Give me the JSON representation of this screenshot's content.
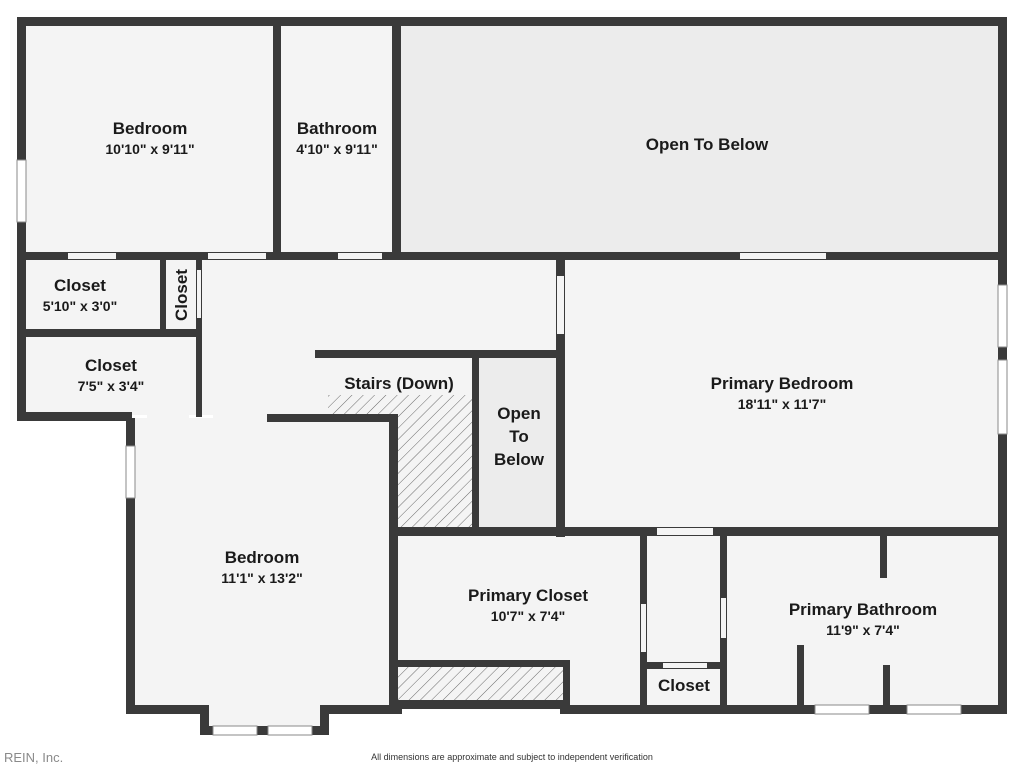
{
  "rooms": {
    "bedroom_top": {
      "name": "Bedroom",
      "dims": "10'10\" x 9'11\""
    },
    "bathroom": {
      "name": "Bathroom",
      "dims": "4'10\" x 9'11\""
    },
    "open_to_below_top": {
      "name": "Open To Below"
    },
    "closet_1": {
      "name": "Closet",
      "dims": "5'10\" x 3'0\""
    },
    "closet_vertical": {
      "name": "Closet"
    },
    "closet_2": {
      "name": "Closet",
      "dims": "7'5\" x 3'4\""
    },
    "stairs": {
      "name": "Stairs (Down)"
    },
    "open_to_below_mid": {
      "line1": "Open",
      "line2": "To",
      "line3": "Below"
    },
    "primary_bedroom": {
      "name": "Primary Bedroom",
      "dims": "18'11\" x 11'7\""
    },
    "bedroom_bottom": {
      "name": "Bedroom",
      "dims": "11'1\" x 13'2\""
    },
    "primary_closet": {
      "name": "Primary Closet",
      "dims": "10'7\" x 7'4\""
    },
    "closet_small": {
      "name": "Closet"
    },
    "primary_bathroom": {
      "name": "Primary Bathroom",
      "dims": "11'9\" x 7'4\""
    }
  },
  "footer": {
    "brand": "REIN, Inc.",
    "disclaimer": "All dimensions are approximate and subject to independent verification"
  },
  "colors": {
    "wall": "#3a3a3a",
    "floor": "#f4f4f4",
    "open_area": "#ececec",
    "hatch": "#6a6a6a"
  }
}
